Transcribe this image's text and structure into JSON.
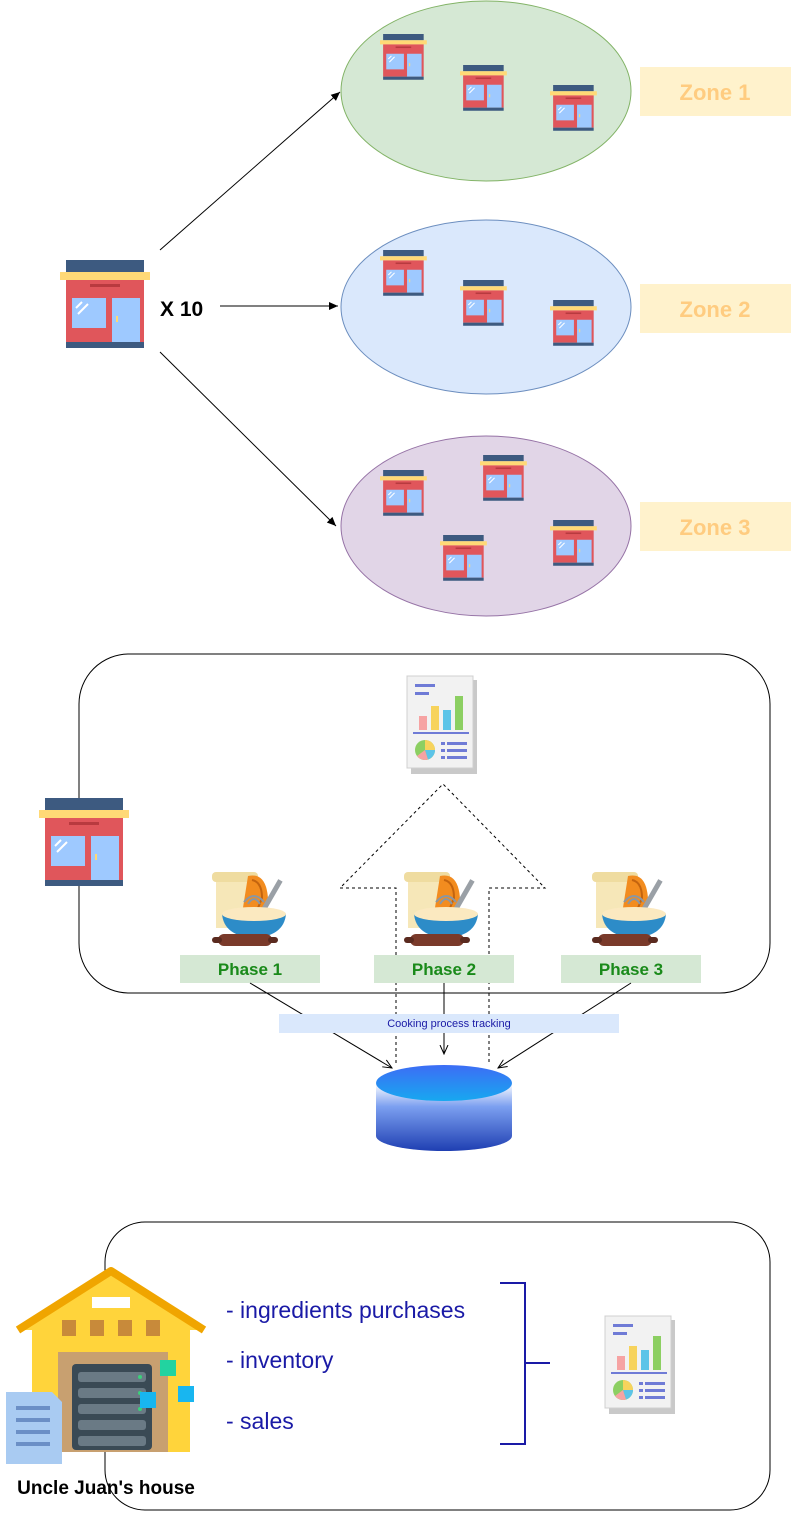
{
  "distribution": {
    "multiplier_label": "X 10",
    "zones": [
      {
        "label": "Zone 1",
        "fill": "#d5e8d4",
        "stroke": "#82b366",
        "stores": 3
      },
      {
        "label": "Zone 2",
        "fill": "#dae8fc",
        "stroke": "#6c8ebf",
        "stores": 3
      },
      {
        "label": "Zone 3",
        "fill": "#e1d5e7",
        "stroke": "#9673a6",
        "stores": 4
      }
    ],
    "zone_label_bg": "#fff2cc",
    "zone_label_color": "#ffcc80"
  },
  "kitchen": {
    "phases": [
      {
        "label": "Phase 1"
      },
      {
        "label": "Phase 2"
      },
      {
        "label": "Phase 3"
      }
    ],
    "phase_label_bg": "#d5e8d4",
    "phase_label_color": "#1a8a1a",
    "tracking_label": "Cooking process tracking",
    "tracking_bg": "#dae8fc"
  },
  "office": {
    "items": [
      "- ingredients purchases",
      "- inventory",
      "- sales"
    ],
    "house_label": "Uncle Juan's house",
    "text_color": "#1a1aa6"
  },
  "icons": [
    "store-icon",
    "report-icon",
    "cooking-icon",
    "database-icon",
    "warehouse-icon"
  ]
}
